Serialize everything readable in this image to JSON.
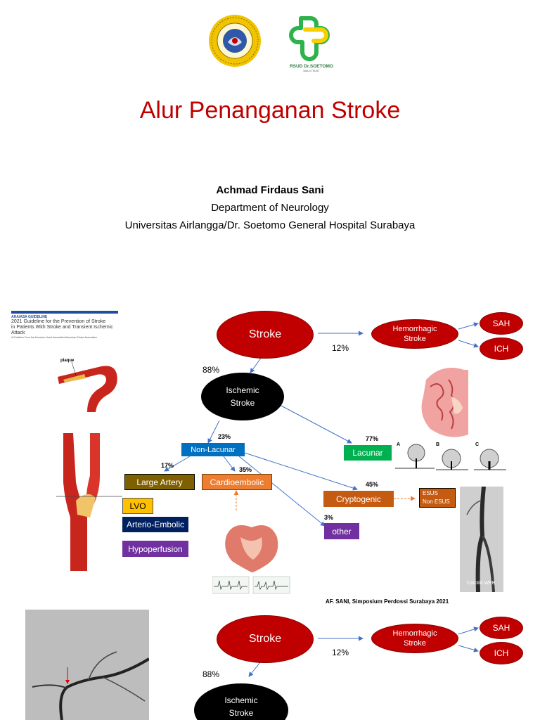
{
  "slide1": {
    "logo_unair": "university-seal-logo",
    "logo_rsud": "RSUD Dr.SOETOMO",
    "logo_rsud_tag": "BUILD TRUST",
    "title": "Alur Penanganan Stroke",
    "author": "Achmad Firdaus Sani",
    "department": "Department of Neurology",
    "institution": "Universitas Airlangga/Dr. Soetomo General Hospital Surabaya"
  },
  "slide2": {
    "guideline": {
      "tag": "AHA/ASA GUIDELINE",
      "line1": "2021 Guideline for the Prevention of Stroke",
      "line2": "in Patients With Stroke and Transient Ischemic",
      "line3": "Attack",
      "subline": "A Guideline From the American Heart Association/American Stroke Association"
    },
    "plaque_label": "plaque",
    "stroke": "Stroke",
    "hemorrhagic": "Hemorrhagic Stroke",
    "sah": "SAH",
    "ich": "ICH",
    "pct_hemorrhagic": "12%",
    "pct_ischemic": "88%",
    "ischemic": "Ischemic Stroke",
    "pct_nonlacunar": "23%",
    "pct_lacunar": "77%",
    "nonlacunar": "Non-Lacunar",
    "lacunar": "Lacunar",
    "pct_large_artery": "17%",
    "pct_cardioembolic": "35%",
    "pct_cryptogenic": "45%",
    "pct_other": "3%",
    "large_artery": "Large Artery",
    "cardioembolic": "Cardioembolic",
    "cryptogenic": "Cryptogenic",
    "other": "other",
    "lvo": "LVO",
    "arterio_embolic": "Arterio-Embolic",
    "hypoperfusion": "Hypoperfusion",
    "esus": "ESUS",
    "non_esus": "Non ESUS",
    "panel_a": "A",
    "panel_b": "B",
    "panel_c": "C",
    "carotid_web": "Carotid WEB",
    "citation": "AF. SANI, Simposium Perdossi Surabaya 2021"
  },
  "slide3": {
    "stroke": "Stroke",
    "hemorrhagic": "Hemorrhagic Stroke",
    "sah": "SAH",
    "ich": "ICH",
    "pct_hemorrhagic": "12%",
    "pct_ischemic": "88%",
    "ischemic": "Ischemic Stroke"
  },
  "colors": {
    "title_red": "#c00000",
    "oval_red": "#c00000",
    "nonlacunar_blue": "#0070c0",
    "lacunar_green": "#00b050",
    "large_artery_olive": "#7f6000",
    "cardioembolic_orange": "#ed7d31",
    "cryptogenic_orange": "#c55a11",
    "other_purple": "#7030a0",
    "lvo_yellow": "#ffc000",
    "arterio_navy": "#002060"
  }
}
